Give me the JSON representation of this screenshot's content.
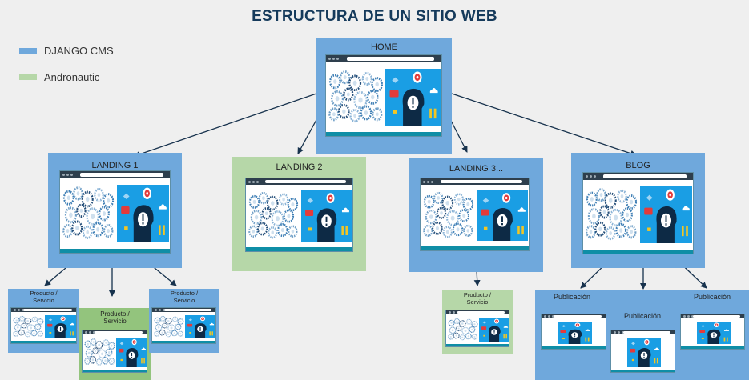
{
  "title": "ESTRUCTURA DE UN SITIO WEB",
  "legend": [
    {
      "label": "DJANGO CMS",
      "color": "#6fa8dc"
    },
    {
      "label": "Andronautic",
      "color": "#b6d7a8"
    }
  ],
  "colors": {
    "django": "#6fa8dc",
    "andronautic": "#b6d7a8",
    "arrow": "#17324d",
    "browser_bar": "#2e3f4d",
    "browser_footer": "#0f8ea6",
    "illustration_bg": "#1a9ee4"
  },
  "nodes": {
    "home": {
      "label": "HOME"
    },
    "landing1": {
      "label": "LANDING 1"
    },
    "landing2": {
      "label": "LANDING 2"
    },
    "landing3": {
      "label": "LANDING 3..."
    },
    "blog": {
      "label": "BLOG"
    },
    "product1": {
      "label": "Producto /\nServicio"
    },
    "product2": {
      "label": "Producto /\nServicio"
    },
    "product3": {
      "label": "Producto /\nServicio"
    },
    "product4": {
      "label": "Producto /\nServicio"
    },
    "publication1": {
      "label": "Publicación"
    },
    "publication2": {
      "label": "Publicación"
    },
    "publication3": {
      "label": "Publicación"
    }
  },
  "icons": [
    "gears-icon",
    "idea-head-icon",
    "target-icon",
    "chat-bubble-icon",
    "people-icon"
  ]
}
